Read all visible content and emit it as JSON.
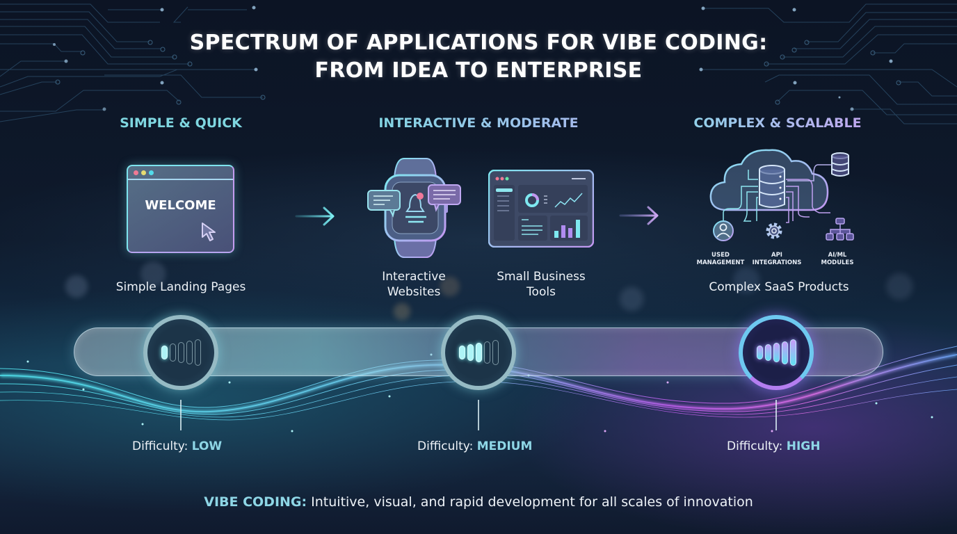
{
  "title": {
    "line1": "SPECTRUM OF APPLICATIONS FOR VIBE CODING:",
    "line2": "FROM IDEA TO ENTERPRISE"
  },
  "categories": [
    {
      "label": "SIMPLE & QUICK",
      "color": "#7fd6e0"
    },
    {
      "label": "INTERACTIVE & MODERATE",
      "color": "#93c8ea"
    },
    {
      "label": "COMPLEX & SCALABLE",
      "color": "#b0b0ee"
    }
  ],
  "applications": [
    {
      "label": "Simple Landing Pages",
      "icon": "browser-window-icon",
      "icon_text": "WELCOME"
    },
    {
      "label_line1": "Interactive",
      "label_line2": "Websites",
      "icon": "smartwatch-notification-icon"
    },
    {
      "label_line1": "Small Business",
      "label_line2": "Tools",
      "icon": "dashboard-icon"
    },
    {
      "label": "Complex SaaS Products",
      "icon": "cloud-database-icon"
    }
  ],
  "saas_modules": [
    {
      "line1": "USED",
      "line2": "MANAGEMENT",
      "icon": "user-icon"
    },
    {
      "line1": "API",
      "line2": "INTEGRATIONS",
      "icon": "gear-icon"
    },
    {
      "line1": "AI/ML",
      "line2": "MODULES",
      "icon": "hierarchy-icon"
    }
  ],
  "difficulty": [
    {
      "prefix": "Difficulty:",
      "level": "LOW",
      "bars_active": 1,
      "bars_total": 5
    },
    {
      "prefix": "Difficulty:",
      "level": "MEDIUM",
      "bars_active": 3,
      "bars_total": 5
    },
    {
      "prefix": "Difficulty:",
      "level": "HIGH",
      "bars_active": 5,
      "bars_total": 5
    }
  ],
  "footer": {
    "highlight": "VIBE CODING:",
    "text": " Intuitive, visual, and rapid development for all scales of innovation"
  },
  "colors": {
    "background": "#0c1424",
    "cyan_accent": "#7ee4ee",
    "purple_accent": "#c49cf0",
    "label_accent": "#8ed6e6"
  }
}
